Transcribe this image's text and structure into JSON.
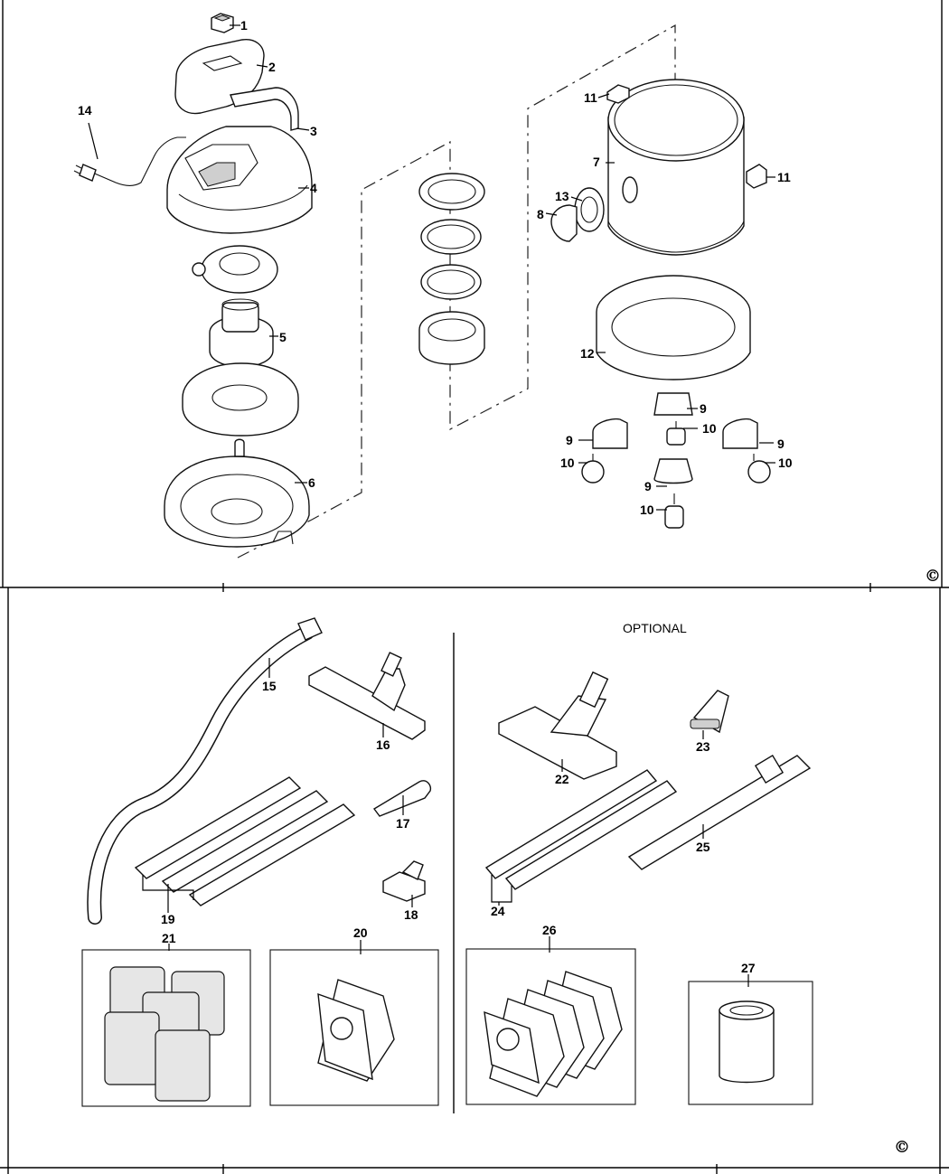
{
  "copyright_symbol": "©",
  "optional_heading": "OPTIONAL",
  "top_panel": {
    "callouts": {
      "c1": "1",
      "c2": "2",
      "c3": "3",
      "c4": "4",
      "c5": "5",
      "c6": "6",
      "c7": "7",
      "c8": "8",
      "c9a": "9",
      "c9b": "9",
      "c9c": "9",
      "c9d": "9",
      "c10a": "10",
      "c10b": "10",
      "c10c": "10",
      "c10d": "10",
      "c11a": "11",
      "c11b": "11",
      "c12": "12",
      "c13": "13",
      "c14": "14"
    }
  },
  "bottom_panel": {
    "callouts": {
      "c15": "15",
      "c16": "16",
      "c17": "17",
      "c18": "18",
      "c19": "19",
      "c20": "20",
      "c21": "21",
      "c22": "22",
      "c23": "23",
      "c24": "24",
      "c25": "25",
      "c26": "26",
      "c27": "27"
    }
  },
  "icons": [
    "switch",
    "top-cover",
    "handle",
    "power-cord",
    "motor-housing",
    "motor",
    "float-cage",
    "filter-seals",
    "tank",
    "caster",
    "hose",
    "floor-nozzle",
    "crevice-nozzle",
    "upholstery-nozzle",
    "extension-tubes",
    "filter-bag",
    "foam-filter",
    "brush",
    "cartridge-filter"
  ]
}
